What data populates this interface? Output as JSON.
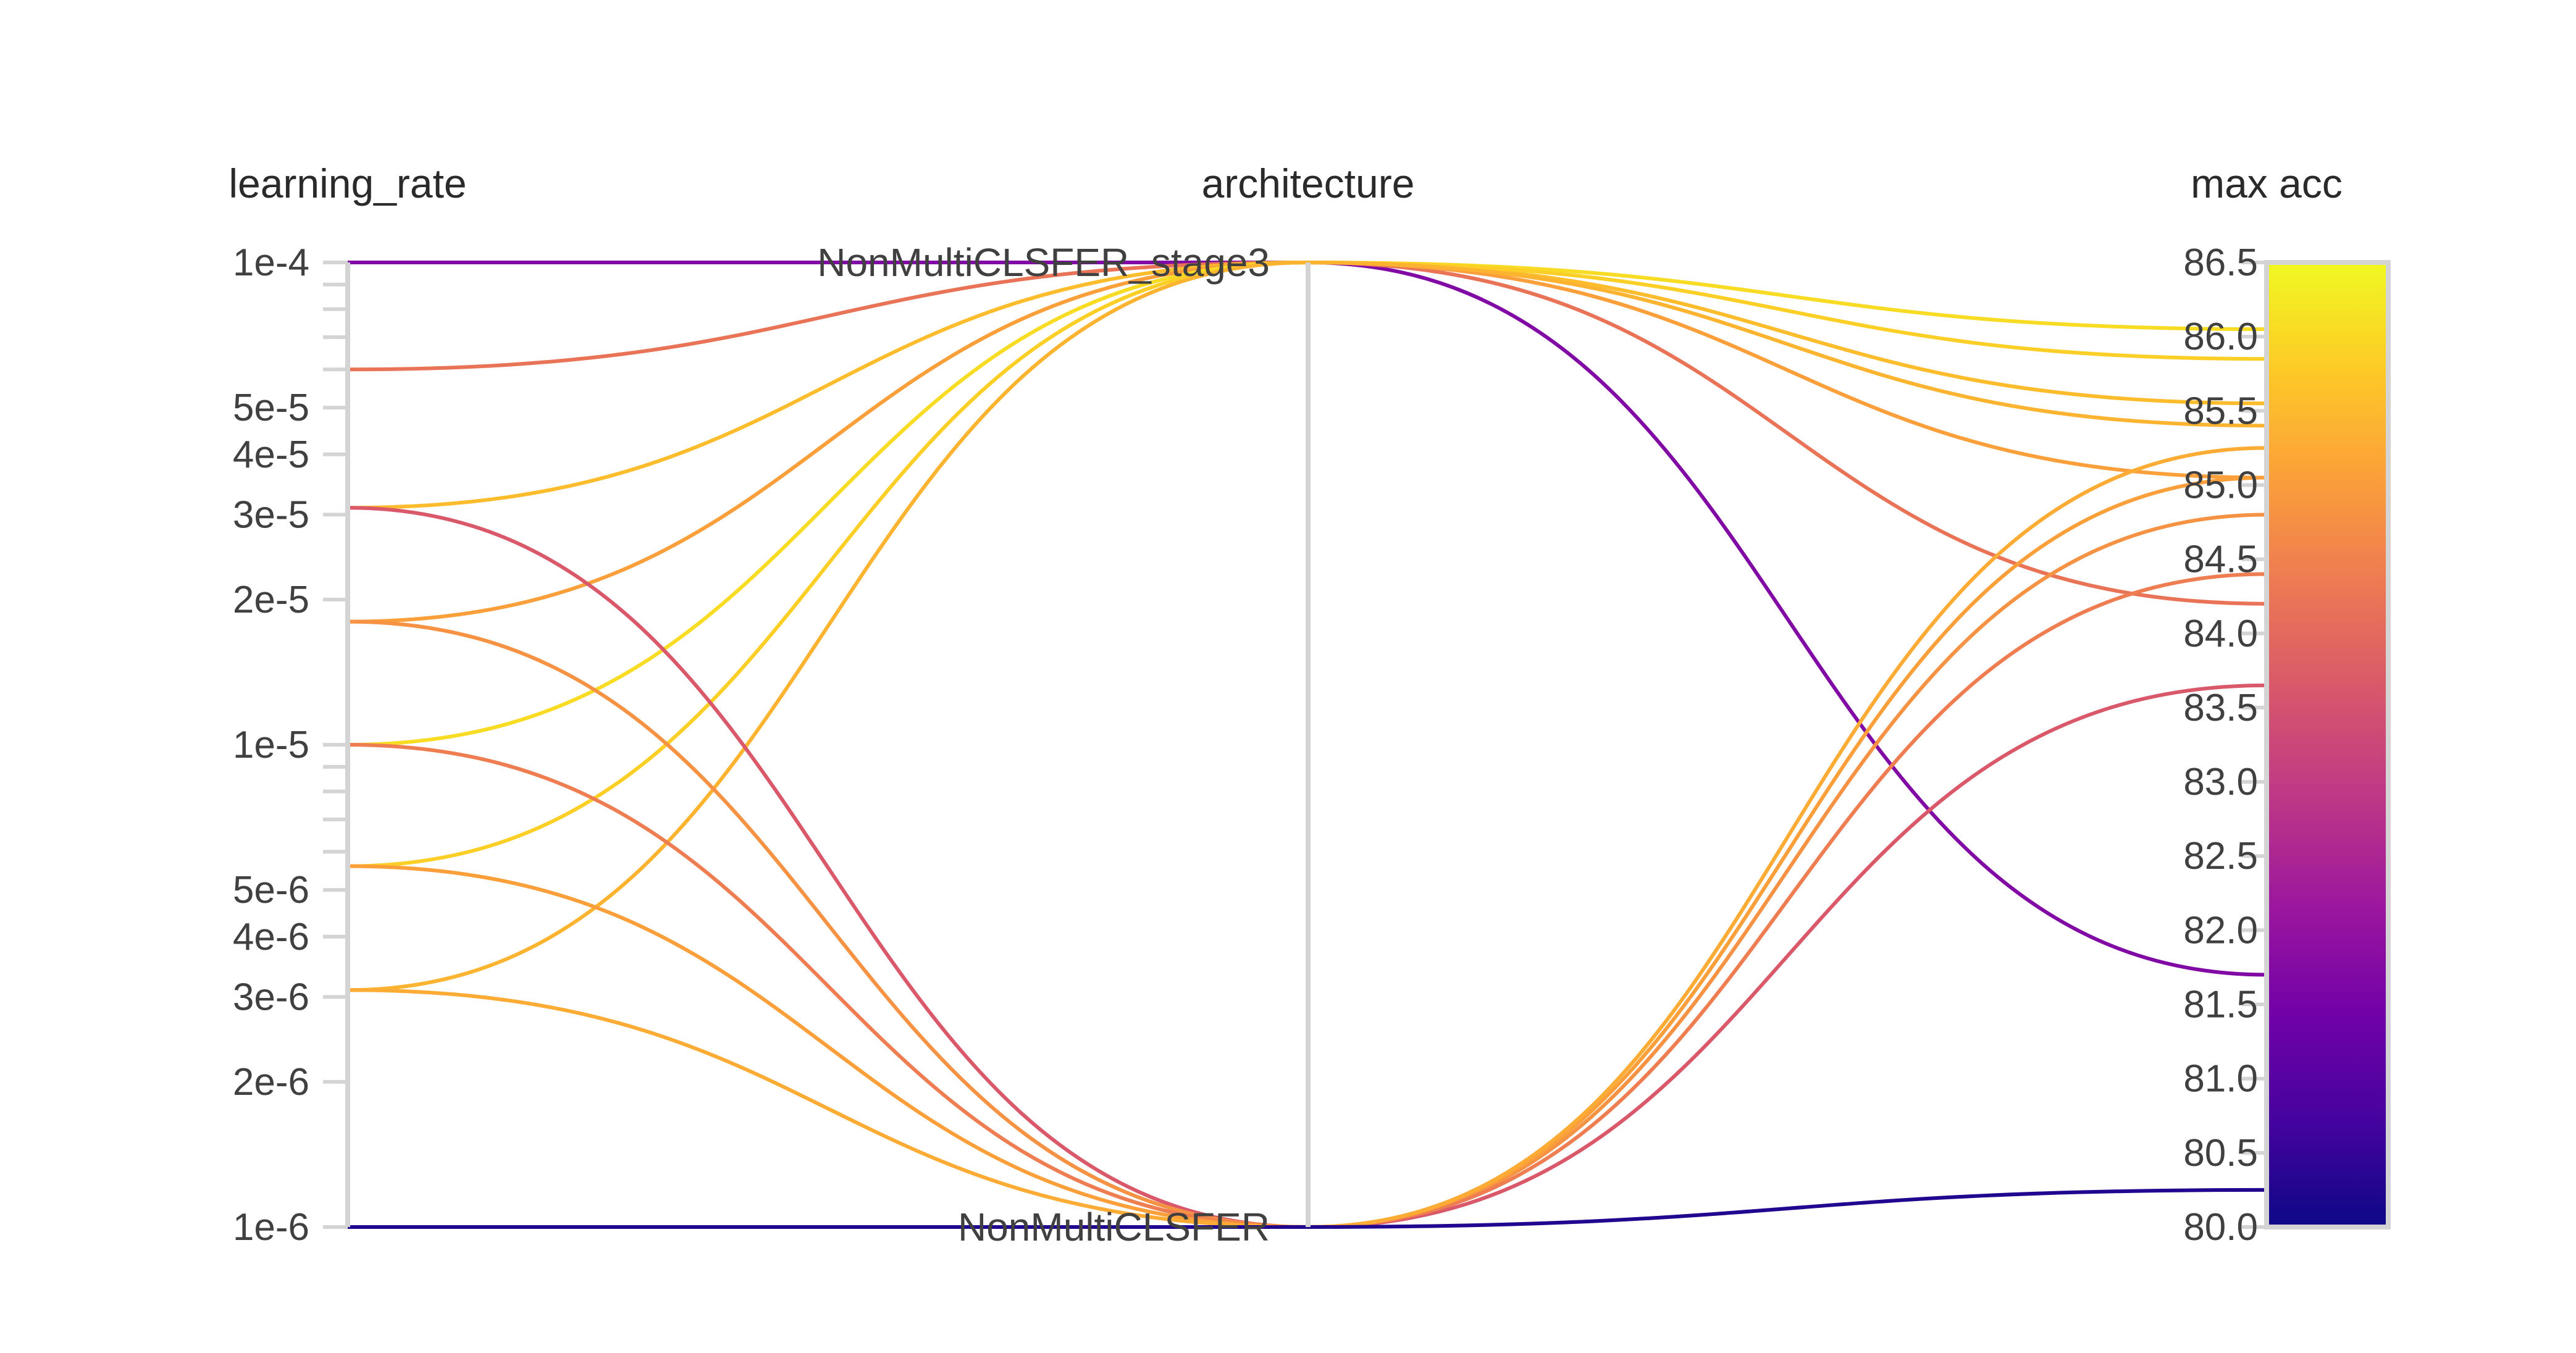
{
  "chart_data": {
    "type": "parallel_coordinates",
    "axes": [
      {
        "key": "learning_rate",
        "label": "learning_rate",
        "scale": "log",
        "range": [
          1e-06,
          0.0001
        ],
        "tick_labels": [
          {
            "value": 0.0001,
            "label": "1e-4"
          },
          {
            "value": 5e-05,
            "label": "5e-5"
          },
          {
            "value": 4e-05,
            "label": "4e-5"
          },
          {
            "value": 3e-05,
            "label": "3e-5"
          },
          {
            "value": 2e-05,
            "label": "2e-5"
          },
          {
            "value": 1e-05,
            "label": "1e-5"
          },
          {
            "value": 5e-06,
            "label": "5e-6"
          },
          {
            "value": 4e-06,
            "label": "4e-6"
          },
          {
            "value": 3e-06,
            "label": "3e-6"
          },
          {
            "value": 2e-06,
            "label": "2e-6"
          },
          {
            "value": 1e-06,
            "label": "1e-6"
          }
        ],
        "minor_ticks": [
          9e-05,
          8e-05,
          7e-05,
          6e-05,
          9e-06,
          8e-06,
          7e-06,
          6e-06
        ]
      },
      {
        "key": "architecture",
        "label": "architecture",
        "scale": "categorical",
        "categories": [
          "NonMultiCLSFER_stage3",
          "NonMultiCLSFER"
        ]
      },
      {
        "key": "max_acc",
        "label": "max acc",
        "scale": "linear",
        "range": [
          80.0,
          86.5
        ],
        "tick_labels": [
          "86.5",
          "86.0",
          "85.5",
          "85.0",
          "84.5",
          "84.0",
          "83.5",
          "83.0",
          "82.5",
          "82.0",
          "81.5",
          "81.0",
          "80.5",
          "80.0"
        ]
      }
    ],
    "colorbar": {
      "axis": "max_acc",
      "range": [
        80.0,
        86.5
      ],
      "colorscale": "plasma",
      "stops": [
        "#0d0887",
        "#46039f",
        "#7201a8",
        "#9c179e",
        "#bd3786",
        "#d8576b",
        "#ed7953",
        "#fb9f3a",
        "#fdca26",
        "#f0f921"
      ]
    },
    "runs": [
      {
        "learning_rate": 0.0001,
        "architecture": "NonMultiCLSFER_stage3",
        "max_acc": 81.7
      },
      {
        "learning_rate": 6e-05,
        "architecture": "NonMultiCLSFER_stage3",
        "max_acc": 84.2
      },
      {
        "learning_rate": 3.1e-05,
        "architecture": "NonMultiCLSFER_stage3",
        "max_acc": 85.55
      },
      {
        "learning_rate": 1.8e-05,
        "architecture": "NonMultiCLSFER_stage3",
        "max_acc": 85.05
      },
      {
        "learning_rate": 1e-05,
        "architecture": "NonMultiCLSFER_stage3",
        "max_acc": 86.05
      },
      {
        "learning_rate": 5.6e-06,
        "architecture": "NonMultiCLSFER_stage3",
        "max_acc": 85.85
      },
      {
        "learning_rate": 3.1e-06,
        "architecture": "NonMultiCLSFER_stage3",
        "max_acc": 85.4
      },
      {
        "learning_rate": 3.1e-05,
        "architecture": "NonMultiCLSFER",
        "max_acc": 83.65
      },
      {
        "learning_rate": 1.8e-05,
        "architecture": "NonMultiCLSFER",
        "max_acc": 84.8
      },
      {
        "learning_rate": 1e-05,
        "architecture": "NonMultiCLSFER",
        "max_acc": 84.4
      },
      {
        "learning_rate": 5.6e-06,
        "architecture": "NonMultiCLSFER",
        "max_acc": 85.05
      },
      {
        "learning_rate": 3.1e-06,
        "architecture": "NonMultiCLSFER",
        "max_acc": 85.25
      },
      {
        "learning_rate": 1e-06,
        "architecture": "NonMultiCLSFER",
        "max_acc": 80.25
      }
    ]
  }
}
